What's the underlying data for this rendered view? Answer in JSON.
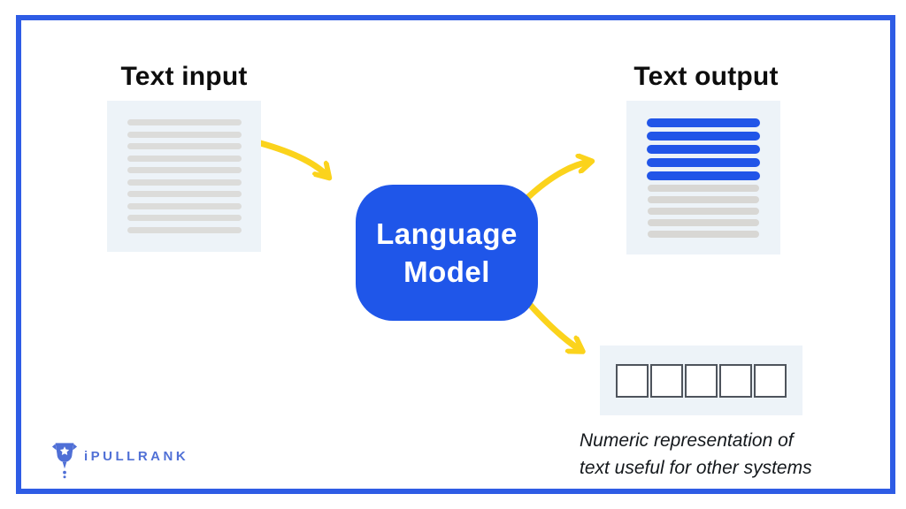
{
  "headings": {
    "input": "Text input",
    "output": "Text output"
  },
  "model": {
    "label_lines": [
      "Language",
      "Model"
    ]
  },
  "caption": {
    "lines": [
      "Numeric representation of",
      "text useful for other systems"
    ]
  },
  "input_doc": {
    "line_count": 10
  },
  "output_doc": {
    "highlight_line_count": 5,
    "gray_line_count": 5
  },
  "numeric_box": {
    "cell_count": 5
  },
  "branding": {
    "logo_text": "iPULLRANK"
  },
  "colors": {
    "frame_blue": "#2e5ce5",
    "model_blue": "#1f56e9",
    "highlight_line_blue": "#2155e8",
    "gray_line": "#dcdcda",
    "panel_bg": "#edf3f8",
    "arrow_yellow": "#fbd31c",
    "cell_border": "#4e545c",
    "caption_text": "#14181c",
    "logo_blue": "#5070d6"
  }
}
